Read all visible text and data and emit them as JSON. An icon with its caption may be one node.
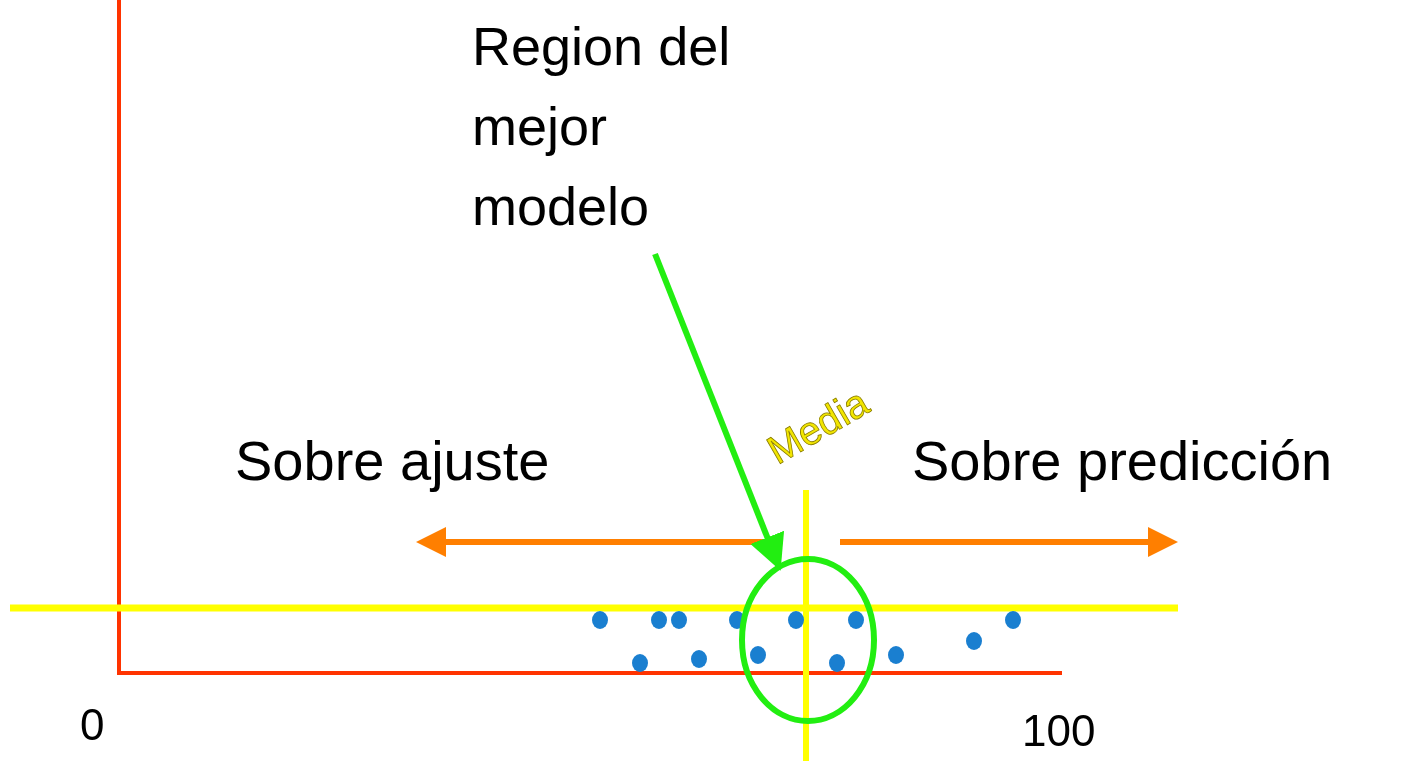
{
  "diagram": {
    "nodes": [
      {
        "text": [
          "Region del mejor modelo"
        ]
      },
      {
        "text": [],
        "shape": "circle"
      }
    ],
    "edges": [
      {
        "from": 0,
        "to": 1,
        "arrow": "to",
        "color": "#22ee11"
      }
    ],
    "labels": [
      "Media",
      "Sobre ajuste",
      "Sobre predicción",
      "0",
      "100"
    ]
  }
}
